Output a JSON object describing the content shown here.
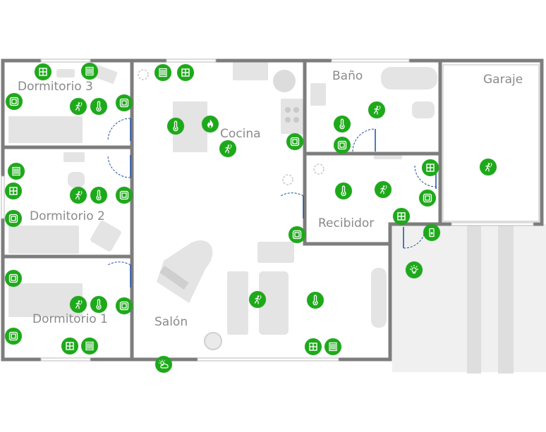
{
  "colors": {
    "wall": "#7d7d7d",
    "furniture": "#e3e3e3",
    "device": "#1ea91b",
    "label": "#8a8a8a",
    "door": "#1a4ea0"
  },
  "rooms": {
    "dormitorio3": "Dormitorio 3",
    "dormitorio2": "Dormitorio 2",
    "dormitorio1": "Dormitorio 1",
    "cocina": "Cocina",
    "salon": "Salón",
    "bano": "Baño",
    "garaje": "Garaje",
    "recibidor": "Recibidor"
  },
  "devices": [
    {
      "id": "d3-window-1",
      "icon": "window-icon"
    },
    {
      "id": "d3-blind-1",
      "icon": "blind-icon"
    },
    {
      "id": "d3-alarm-panel",
      "icon": "alarm-panel-icon"
    },
    {
      "id": "d3-motion",
      "icon": "motion-sensor-icon"
    },
    {
      "id": "d3-thermo",
      "icon": "thermometer-icon"
    },
    {
      "id": "d3-alarm-panel-2",
      "icon": "alarm-panel-icon"
    },
    {
      "id": "k-blind",
      "icon": "blind-icon"
    },
    {
      "id": "k-window",
      "icon": "window-icon"
    },
    {
      "id": "k-thermo",
      "icon": "thermometer-icon"
    },
    {
      "id": "k-fire",
      "icon": "fire-icon"
    },
    {
      "id": "k-motion",
      "icon": "motion-sensor-icon"
    },
    {
      "id": "k-alarm-panel",
      "icon": "alarm-panel-icon"
    },
    {
      "id": "d2-blind",
      "icon": "blind-icon"
    },
    {
      "id": "d2-window",
      "icon": "window-icon"
    },
    {
      "id": "d2-motion",
      "icon": "motion-sensor-icon"
    },
    {
      "id": "d2-thermo",
      "icon": "thermometer-icon"
    },
    {
      "id": "d2-alarm-panel",
      "icon": "alarm-panel-icon"
    },
    {
      "id": "d2-alarm-panel-2",
      "icon": "alarm-panel-icon"
    },
    {
      "id": "d1-alarm-panel",
      "icon": "alarm-panel-icon"
    },
    {
      "id": "d1-motion",
      "icon": "motion-sensor-icon"
    },
    {
      "id": "d1-thermo",
      "icon": "thermometer-icon"
    },
    {
      "id": "d1-alarm-panel-2",
      "icon": "alarm-panel-icon"
    },
    {
      "id": "d1-alarm-panel-3",
      "icon": "alarm-panel-icon"
    },
    {
      "id": "d1-window",
      "icon": "window-icon"
    },
    {
      "id": "d1-blind",
      "icon": "blind-icon"
    },
    {
      "id": "s-motion",
      "icon": "motion-sensor-icon"
    },
    {
      "id": "s-thermo",
      "icon": "thermometer-icon"
    },
    {
      "id": "s-window",
      "icon": "window-icon"
    },
    {
      "id": "s-blind",
      "icon": "blind-icon"
    },
    {
      "id": "s-weather",
      "icon": "weather-icon"
    },
    {
      "id": "s-alarm-panel",
      "icon": "alarm-panel-icon"
    },
    {
      "id": "b-motion",
      "icon": "motion-sensor-icon"
    },
    {
      "id": "b-thermo",
      "icon": "thermometer-icon"
    },
    {
      "id": "b-alarm-panel",
      "icon": "alarm-panel-icon"
    },
    {
      "id": "r-thermo",
      "icon": "thermometer-icon"
    },
    {
      "id": "r-motion",
      "icon": "motion-sensor-icon"
    },
    {
      "id": "r-window",
      "icon": "window-icon"
    },
    {
      "id": "r-alarm-panel",
      "icon": "alarm-panel-icon"
    },
    {
      "id": "r-window-2",
      "icon": "window-icon"
    },
    {
      "id": "r-door-sensor",
      "icon": "door-sensor-icon"
    },
    {
      "id": "g-motion",
      "icon": "motion-sensor-icon"
    },
    {
      "id": "out-light",
      "icon": "light-icon"
    }
  ]
}
